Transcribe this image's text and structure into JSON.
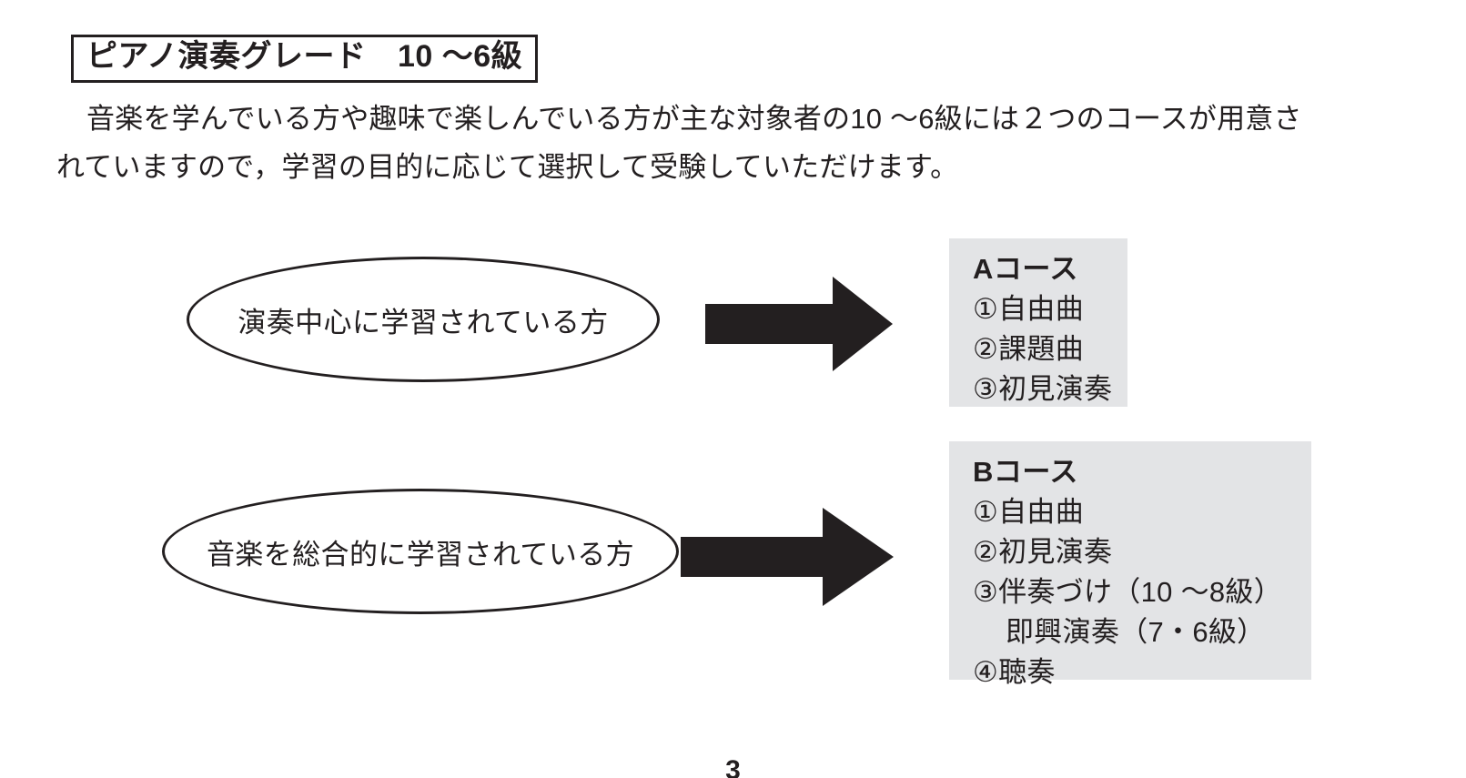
{
  "document": {
    "heading": "ピアノ演奏グレード　10 〜6級",
    "paragraph_lines": [
      "音楽を学んでいる方や趣味で楽しんでいる方が主な対象者の10 〜6級には２つのコースが用意さ",
      "れていますので，学習の目的に応じて選択して受験していただけます。"
    ],
    "page_number": "3"
  },
  "diagram": {
    "rows": [
      {
        "condition": "演奏中心に学習されている方",
        "arrow": "right-arrow",
        "course": {
          "title": "Aコース",
          "items": [
            "①自由曲",
            "②課題曲",
            "③初見演奏"
          ]
        }
      },
      {
        "condition": "音楽を総合的に学習されている方",
        "arrow": "right-arrow",
        "course": {
          "title": "Bコース",
          "items": [
            "①自由曲",
            "②初見演奏",
            "③伴奏づけ（10 〜8級）",
            "即興演奏（7・6級）",
            "④聴奏"
          ]
        }
      }
    ]
  },
  "colors": {
    "ink": "#231f20",
    "box_fill": "#e3e4e6",
    "page_background": "#ffffff"
  }
}
